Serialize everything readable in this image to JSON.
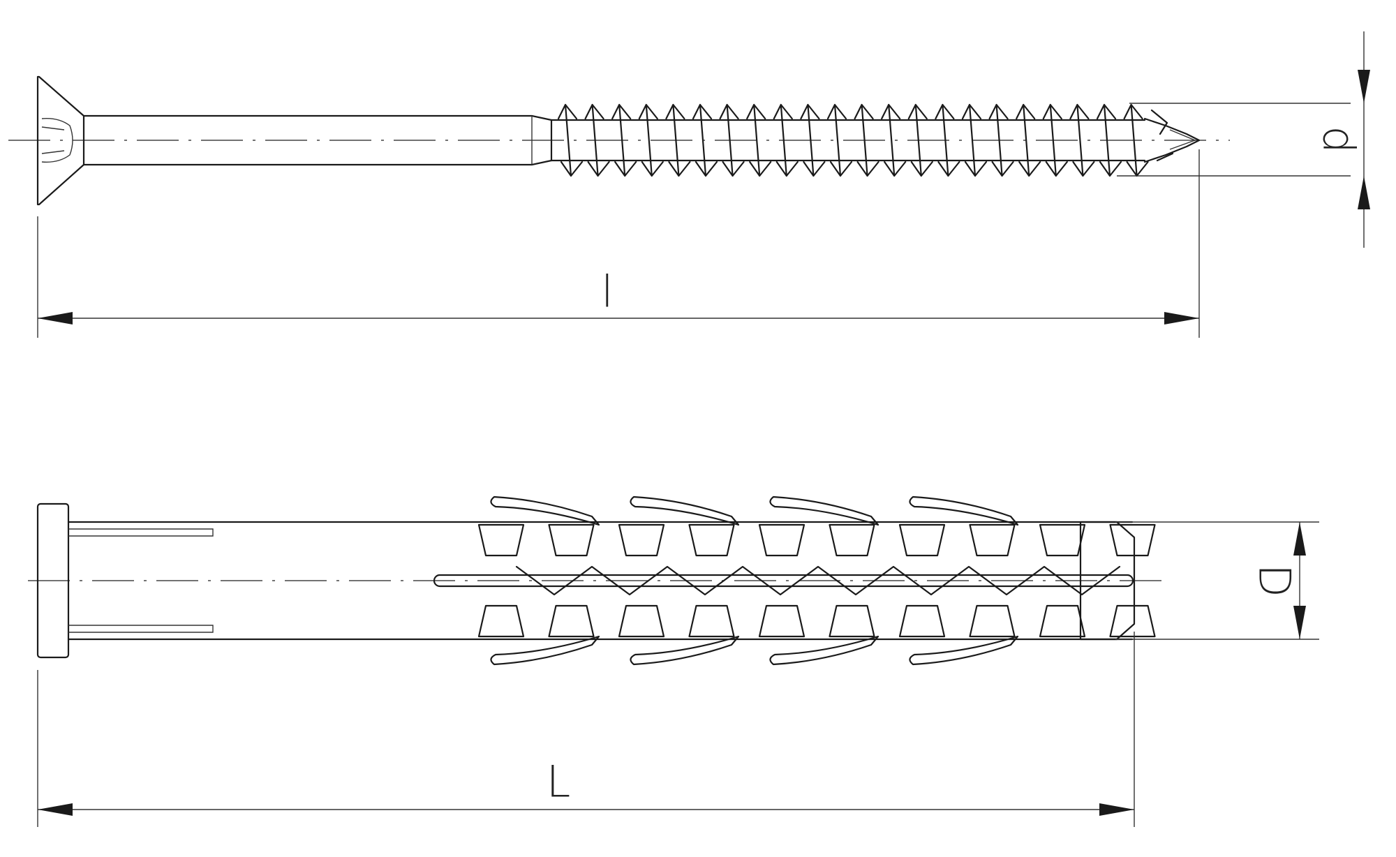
{
  "labels": {
    "screw_length": "l",
    "screw_diameter": "d",
    "plug_length": "L",
    "plug_diameter": "D"
  },
  "colors": {
    "line": "#1a1a1a",
    "background": "#ffffff"
  }
}
